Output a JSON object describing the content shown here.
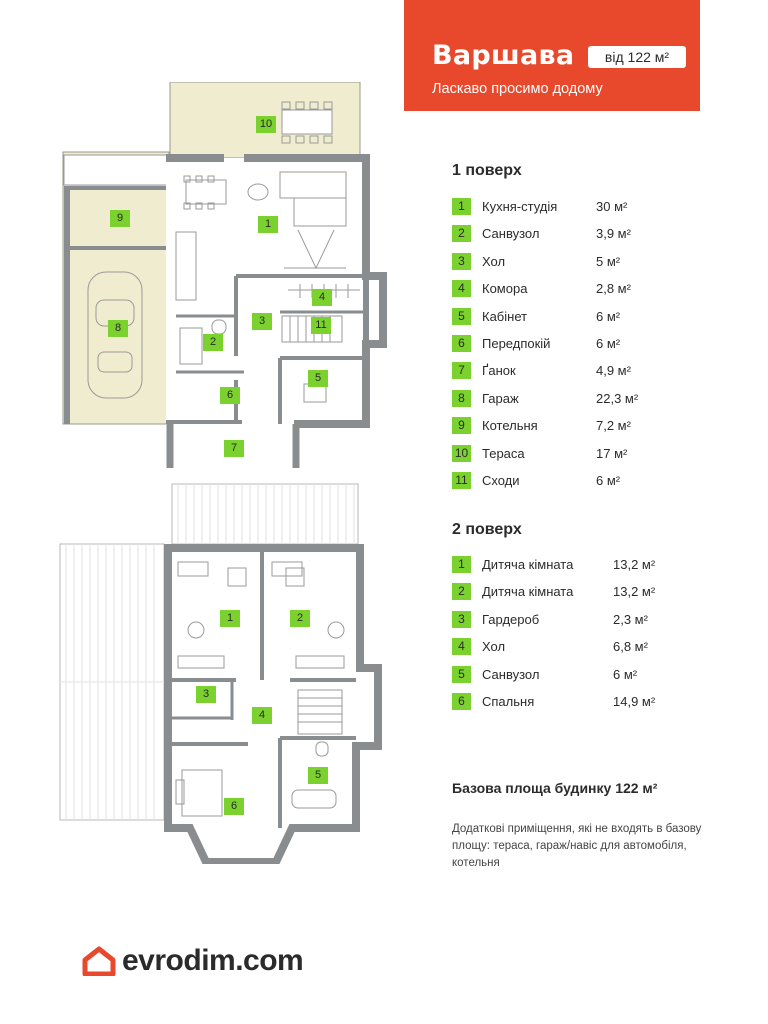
{
  "header": {
    "title": "Варшава",
    "subtitle": "Ласкаво просимо додому",
    "area_badge": "від 122 м²",
    "color": "#e8492d"
  },
  "floor1": {
    "title": "1 поверх",
    "rooms": [
      {
        "num": "1",
        "name": "Кухня-студія",
        "area": "30 м²"
      },
      {
        "num": "2",
        "name": "Санвузол",
        "area": "3,9 м²"
      },
      {
        "num": "3",
        "name": "Хол",
        "area": "5 м²"
      },
      {
        "num": "4",
        "name": "Комора",
        "area": "2,8 м²"
      },
      {
        "num": "5",
        "name": "Кабінет",
        "area": "6 м²"
      },
      {
        "num": "6",
        "name": "Передпокій",
        "area": "6 м²"
      },
      {
        "num": "7",
        "name": "Ґанок",
        "area": "4,9 м²"
      },
      {
        "num": "8",
        "name": "Гараж",
        "area": "22,3 м²"
      },
      {
        "num": "9",
        "name": "Котельня",
        "area": "7,2 м²"
      },
      {
        "num": "10",
        "name": "Тераса",
        "area": "17 м²"
      },
      {
        "num": "11",
        "name": "Сходи",
        "area": "6 м²"
      }
    ]
  },
  "floor2": {
    "title": "2 поверх",
    "rooms": [
      {
        "num": "1",
        "name": "Дитяча кімната",
        "area": "13,2 м²"
      },
      {
        "num": "2",
        "name": "Дитяча кімната",
        "area": "13,2 м²"
      },
      {
        "num": "3",
        "name": "Гардероб",
        "area": "2,3 м²"
      },
      {
        "num": "4",
        "name": "Хол",
        "area": "6,8 м²"
      },
      {
        "num": "5",
        "name": "Санвузол",
        "area": "6 м²"
      },
      {
        "num": "6",
        "name": "Спальня",
        "area": "14,9 м²"
      }
    ]
  },
  "base_area": "Базова площа будинку 122 м²",
  "note": "Додаткові приміщення, які не входять в базову площу: тераса, гараж/навіс для автомобіля, котельня",
  "logo": {
    "text": "evrodim.com",
    "icon": "house-icon",
    "icon_color": "#e8492d"
  },
  "colors": {
    "label_green": "#7bd12e",
    "wall": "#8a8d90",
    "terrace": "#efeccf"
  }
}
